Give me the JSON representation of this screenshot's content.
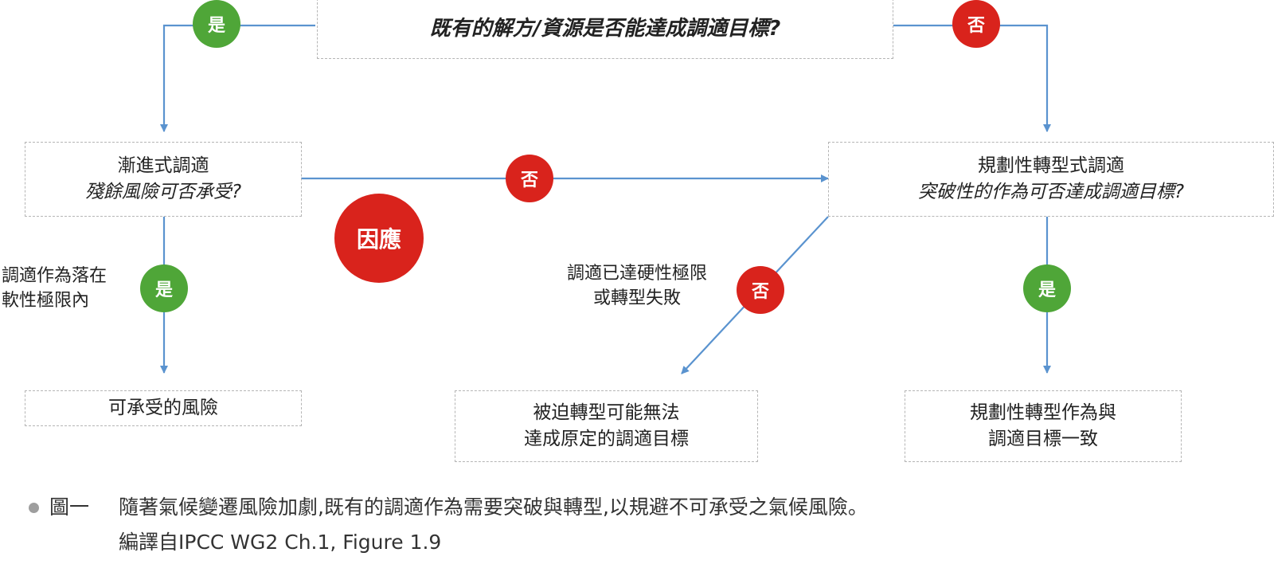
{
  "colors": {
    "yes": "#4fa638",
    "no": "#d9231c",
    "arrow": "#5a93cf",
    "box_border": "#b5b5b5"
  },
  "question_top": "既有的解方/資源是否能達成調適目標?",
  "incremental": {
    "title": "漸進式調適",
    "question": "殘餘風險可否承受?"
  },
  "transformational": {
    "title": "規劃性轉型式調適",
    "question": "突破性的作為可否達成調適目標?"
  },
  "outcomes": {
    "acceptable": "可承受的風險",
    "forced_line1": "被迫轉型可能無法",
    "forced_line2": "達成原定的調適目標",
    "aligned_line1": "規劃性轉型作為與",
    "aligned_line2": "調適目標一致"
  },
  "badges": {
    "yes": "是",
    "no": "否",
    "respond": "因應"
  },
  "notes": {
    "soft_line1": "調適作為落在",
    "soft_line2": "軟性極限內",
    "hard_line1": "調適已達硬性極限",
    "hard_line2": "或轉型失敗"
  },
  "caption": {
    "label": "圖一",
    "text": "隨著氣候變遷風險加劇,既有的調適作為需要突破與轉型,以規避不可承受之氣候風險。",
    "source": "編譯自IPCC WG2 Ch.1, Figure 1.9"
  }
}
